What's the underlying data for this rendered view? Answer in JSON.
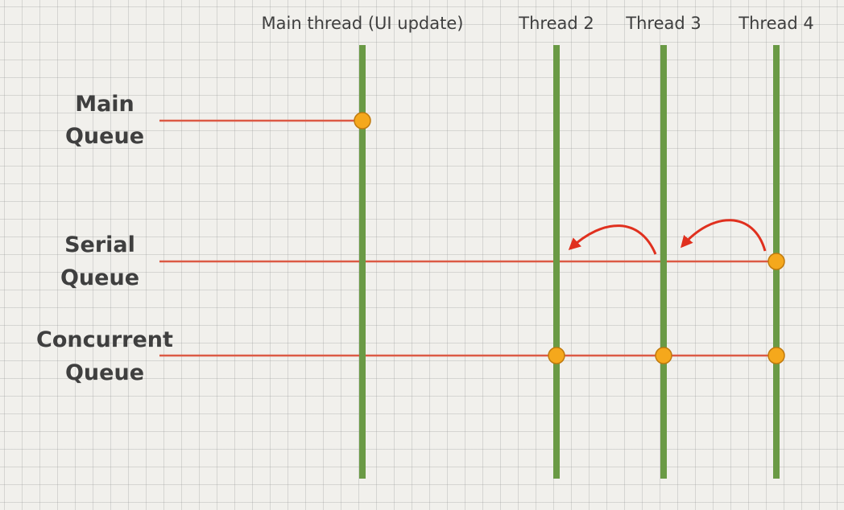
{
  "colors": {
    "thread_line": "#6a9a45",
    "queue_line": "#dc5a45",
    "task_dot_fill": "#f5a81c",
    "task_dot_stroke": "#c07a0e",
    "arrow": "#e0301e",
    "label_text": "#3f3f3f"
  },
  "threads": [
    {
      "id": "main",
      "label": "Main thread (UI update)"
    },
    {
      "id": "t2",
      "label": "Thread 2"
    },
    {
      "id": "t3",
      "label": "Thread 3"
    },
    {
      "id": "t4",
      "label": "Thread 4"
    }
  ],
  "queues": [
    {
      "id": "main-queue",
      "lines": [
        "Main",
        "Queue"
      ]
    },
    {
      "id": "serial-queue",
      "lines": [
        "Serial",
        "Queue"
      ]
    },
    {
      "id": "concurrent-queue",
      "lines": [
        "Concurrent",
        "Queue"
      ]
    }
  ],
  "tasks": [
    {
      "queue": "main-queue",
      "thread": "main"
    },
    {
      "queue": "serial-queue",
      "thread": "t4"
    },
    {
      "queue": "concurrent-queue",
      "thread": "t2"
    },
    {
      "queue": "concurrent-queue",
      "thread": "t3"
    },
    {
      "queue": "concurrent-queue",
      "thread": "t4"
    }
  ],
  "hops": [
    {
      "from": "t4",
      "to": "t3",
      "queue": "serial-queue"
    },
    {
      "from": "t3",
      "to": "t2",
      "queue": "serial-queue"
    }
  ]
}
